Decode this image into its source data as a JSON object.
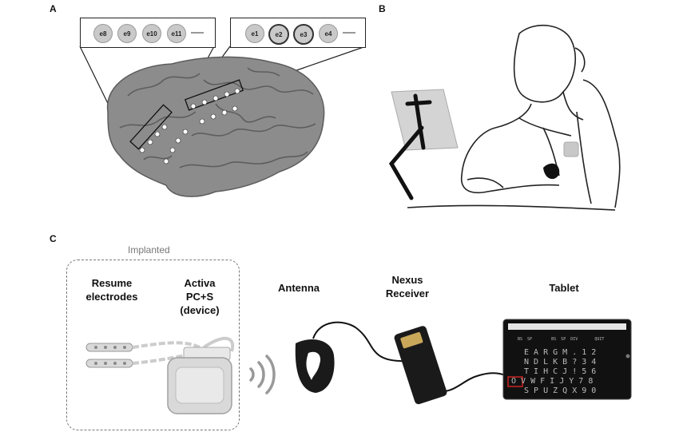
{
  "panels": {
    "a": "A",
    "b": "B",
    "c": "C"
  },
  "electrodes": {
    "left_strip": [
      "e8",
      "e9",
      "e10",
      "e11"
    ],
    "right_strip": [
      "e1",
      "e2",
      "e3",
      "e4"
    ]
  },
  "labels": {
    "implanted": "Implanted",
    "resume_electrodes": "Resume\nelectrodes",
    "activa_device": "Activa\nPC+S\n(device)",
    "antenna": "Antenna",
    "nexus_receiver": "Nexus\nReceiver",
    "tablet": "Tablet"
  },
  "tablet_keyboard": {
    "top_row": "BS  SP        BS  SP  DIV       QUIT",
    "rows": [
      "E A R G M . 1 2",
      "N D L K B ? 3 4",
      "T I H C J ! 5 6",
      "O V W F I J Y 7 8",
      "S P U Z Q X 9 0"
    ]
  },
  "colors": {
    "brain": "#8a8a8a",
    "device": "#d9d9d9",
    "cable": "#111111",
    "tablet_screen": "#111111"
  }
}
